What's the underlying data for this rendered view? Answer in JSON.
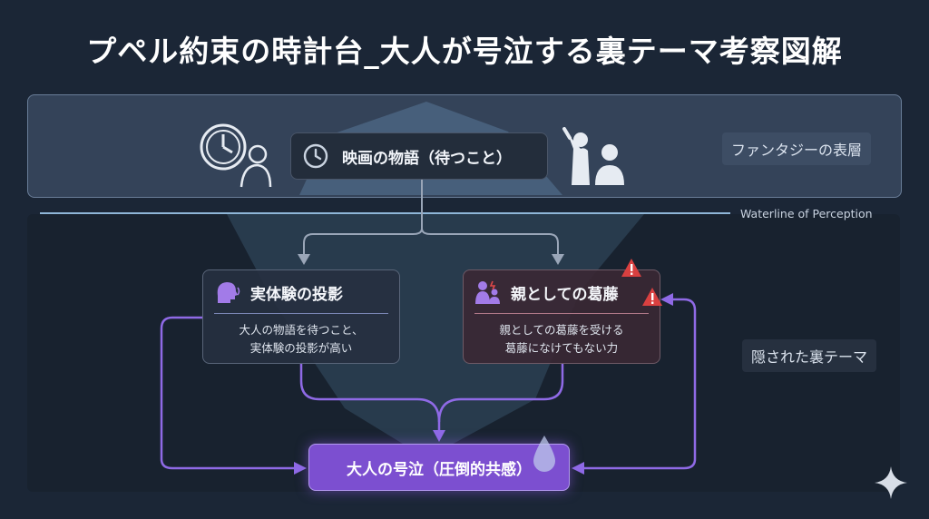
{
  "title": "プペル約束の時計台_大人が号泣する裏テーマ考察図解",
  "surface": {
    "label": "ファンタジーの表層",
    "story_box": "映画の物語（待つこと）"
  },
  "waterline": "Waterline of Perception",
  "hidden_label": "隠された裏テーマ",
  "cards": [
    {
      "title": "実体験の投影",
      "icon": "speaking-head-icon",
      "body": [
        "大人の物語を待つこと、",
        "実体験の投影が高い"
      ]
    },
    {
      "title": "親としての葛藤",
      "icon": "parent-child-icon",
      "body": [
        "親としての葛藤を受ける",
        "葛藤になけてもない力"
      ]
    }
  ],
  "result": "大人の号泣（圧倒的共感）",
  "colors": {
    "background": "#1b2636",
    "accent_purple": "#7c4fd0",
    "warning_red": "#e04848",
    "connector_gray": "#9aa6b8"
  }
}
